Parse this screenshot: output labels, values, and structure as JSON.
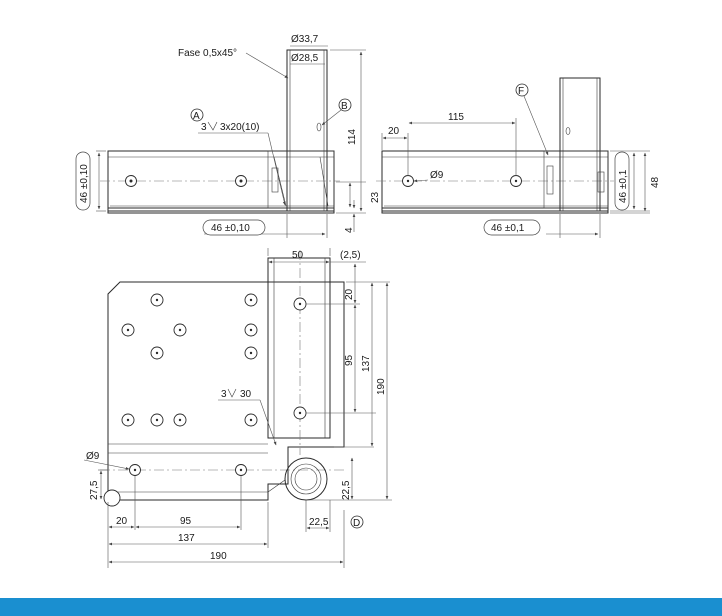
{
  "colors": {
    "footer": "#1a8fd0",
    "line": "#2a2a2a"
  },
  "front_view": {
    "chamfer_note": "Fase 0,5x45°",
    "dia_outer": "Ø33,7",
    "dia_inner": "Ø28,5",
    "weld_ref": "A",
    "weld_symbol": "3",
    "weld_spec": "3x20(10)",
    "ref_b": "B",
    "height_114": "114",
    "height_23": "23",
    "height_4": "4",
    "tol_left": "46 ±0,10",
    "tol_bottom": "46 ±0,10"
  },
  "side_view": {
    "ref_f": "F",
    "dim_20": "20",
    "dim_115": "115",
    "hole_dia": "Ø9",
    "tol_right": "46 ±0,1",
    "height_48": "48",
    "tol_bottom": "46 ±0,1"
  },
  "top_view": {
    "dim_50": "50",
    "dim_25": "(2,5)",
    "dim_20": "20",
    "dim_95_v": "95",
    "dim_137_v": "137",
    "dim_190_v": "190",
    "weld_symbol": "3",
    "weld_value": "30",
    "hole_dia": "Ø9",
    "dim_275": "27,5",
    "dim_225_v": "22,5",
    "dim_225_h": "22,5",
    "ref_d": "D",
    "dim_20_h": "20",
    "dim_95_h": "95",
    "dim_137_h": "137",
    "dim_190_h": "190"
  }
}
